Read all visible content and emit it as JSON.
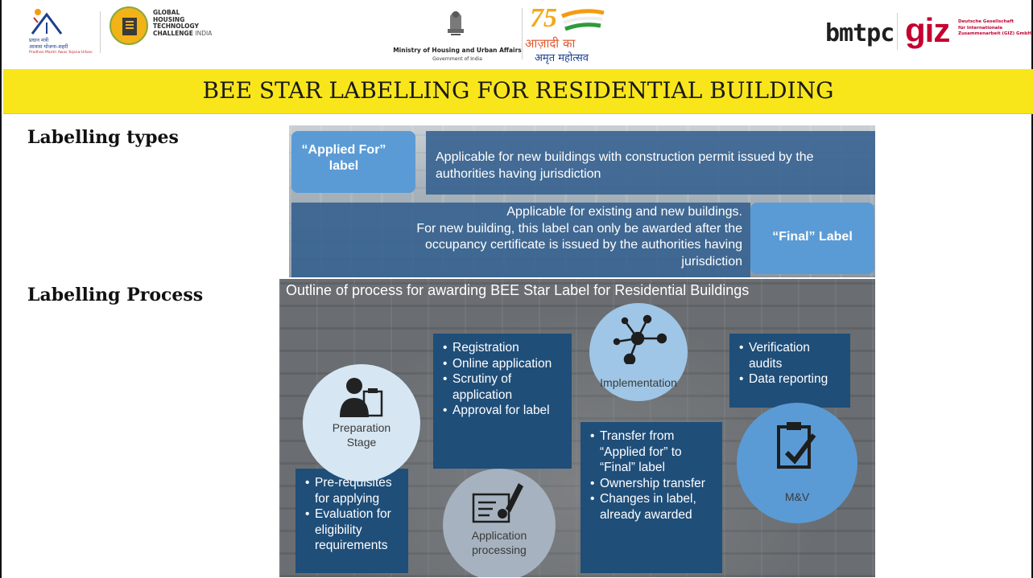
{
  "header": {
    "pmay": {
      "line1": "प्रधान मंत्री",
      "line2": "आवास योजना-शहरी",
      "line3": "Pradhan Mantri Awas Yojana-Urban"
    },
    "ghtc": {
      "line1": "GLOBAL",
      "line2": "HOUSING",
      "line3": "TECHNOLOGY",
      "line4": "CHALLENGE",
      "line4b": "INDIA"
    },
    "ministry": {
      "name": "Ministry of Housing and Urban Affairs",
      "gov": "Government of India"
    },
    "azadi": {
      "number": "75",
      "line1": "आज़ादी का",
      "line2": "अमृत महोत्सव"
    },
    "bmtpc": "bmtpc",
    "giz": {
      "mark": "giz",
      "line1": "Deutsche Gesellschaft",
      "line2": "für Internationale",
      "line3": "Zusammenarbeit (GIZ) GmbH"
    }
  },
  "title": "BEE STAR LABELLING  FOR RESIDENTIAL BUILDING",
  "sections": {
    "types_heading": "Labelling types",
    "process_heading": "Labelling Process"
  },
  "types": {
    "applied_label": "“Applied For” label",
    "applied_desc": "Applicable for new buildings with construction permit issued by the authorities having jurisdiction",
    "final_desc_lines": [
      "Applicable for existing and new buildings.",
      "For new building, this label can only be awarded after the",
      "occupancy certificate is issued by the authorities having",
      "jurisdiction"
    ],
    "final_label": "“Final” Label"
  },
  "process": {
    "title": "Outline of process for awarding BEE Star Label for Residential Buildings",
    "preparation": {
      "label_1": "Preparation",
      "label_2": "Stage",
      "items": [
        "Pre-requisites for applying",
        "Evaluation for eligibility requirements"
      ]
    },
    "application": {
      "label_1": "Application",
      "label_2": "processing",
      "items": [
        "Registration",
        "Online application",
        "Scrutiny of application",
        "Approval for label"
      ]
    },
    "implementation": {
      "label": "Implementation",
      "items": [
        "Transfer from “Applied for” to “Final” label",
        "Ownership transfer",
        "Changes in label, already awarded"
      ]
    },
    "mv": {
      "label": "M&V",
      "items": [
        "Verification audits",
        "Data reporting"
      ]
    }
  }
}
